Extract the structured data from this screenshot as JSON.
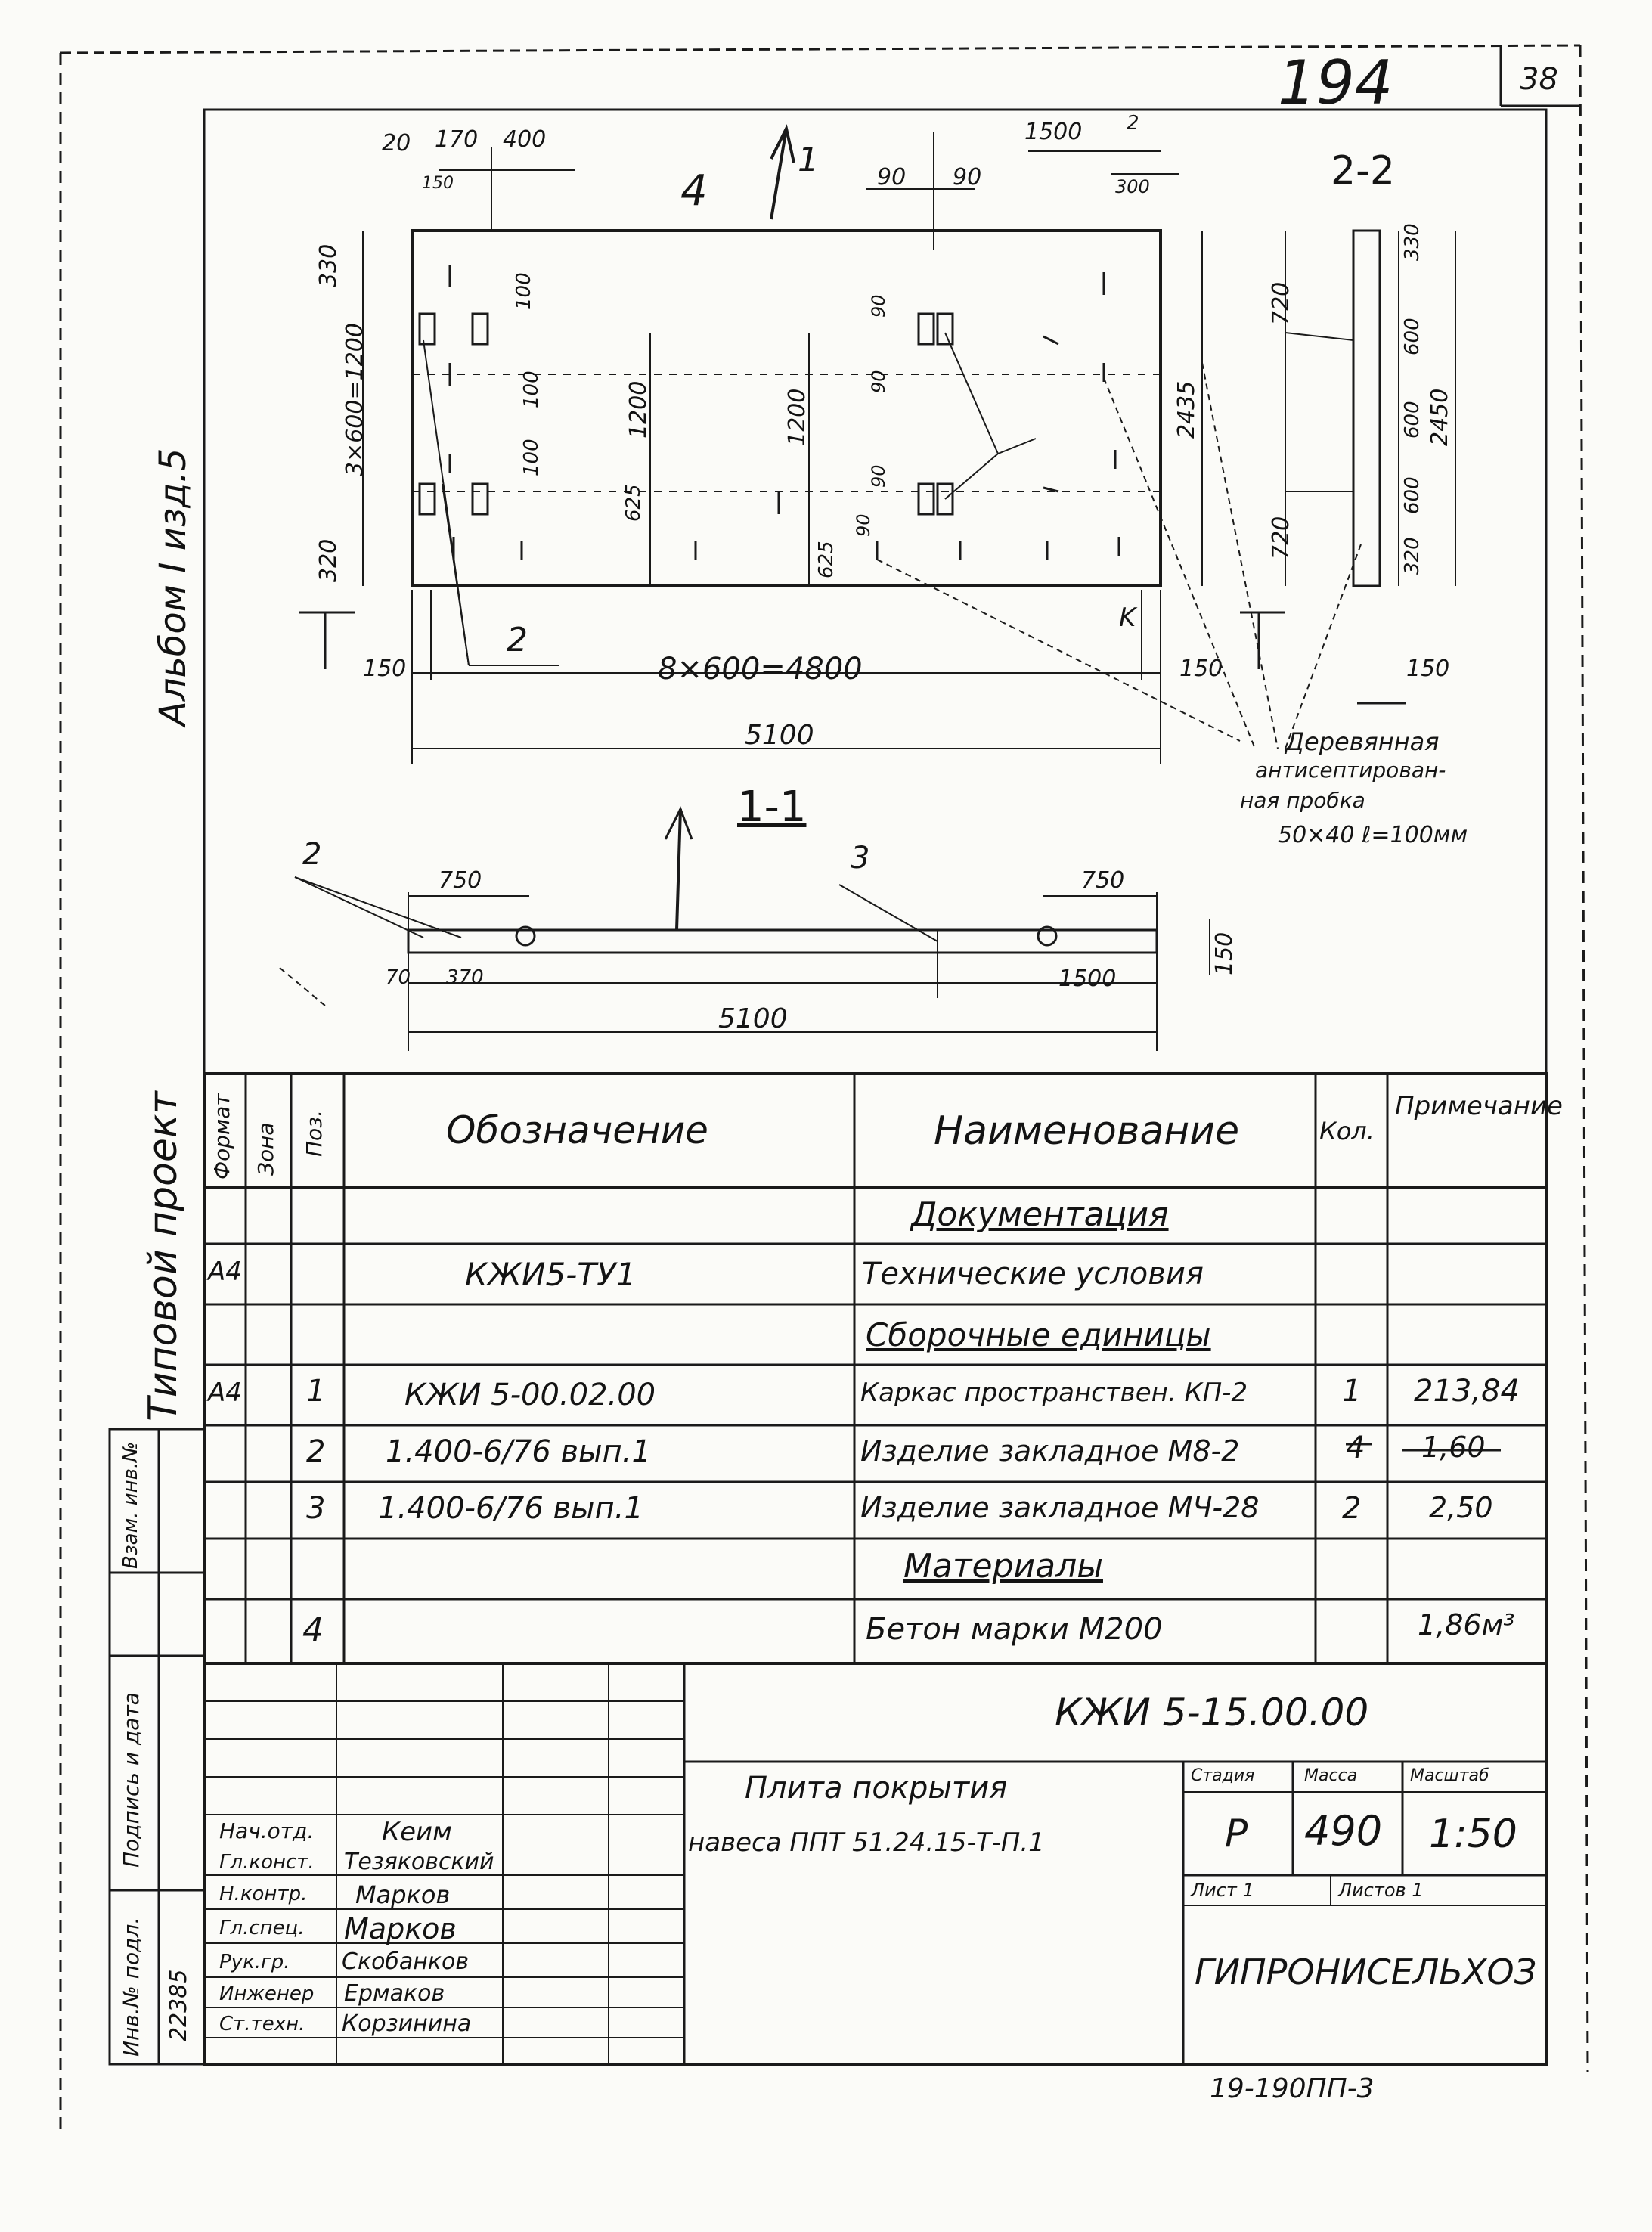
{
  "sheet": {
    "page_number": "194",
    "corner_number": "38",
    "album_label": "Альбом I изд.5"
  },
  "plan": {
    "mark_4": "4",
    "mark_1": "1",
    "section_2_2": "2-2",
    "section_1_1": "1-1",
    "mark_k": "K",
    "pos_2": "2",
    "pos_3": "3",
    "dims": {
      "d20": "20",
      "d170": "170",
      "d400": "400",
      "d150a": "150",
      "d1500": "1500",
      "d2": "2",
      "d90a": "90",
      "d90b": "90",
      "d300": "300",
      "d330": "330",
      "d3x600": "3×600=1200",
      "d100a": "100",
      "d100b": "100",
      "d100c": "100",
      "d1200a": "1200",
      "d1200b": "1200",
      "d2435": "2435",
      "d320": "320",
      "d625a": "625",
      "d625b": "625",
      "d90c": "90",
      "d90d": "90",
      "d90e": "90",
      "d90f": "90",
      "d150b": "150",
      "d8x600": "8×600=4800",
      "d150c": "150",
      "d5100": "5100",
      "s720a": "720",
      "s330": "330",
      "s600a": "600",
      "s600b": "600",
      "s600c": "600",
      "s720b": "720",
      "s320": "320",
      "s2450": "2450",
      "s150": "150",
      "c750a": "750",
      "c750b": "750",
      "c70": "70",
      "c370": "370",
      "c1500": "1500",
      "c150": "150",
      "c5100": "5100"
    },
    "note": {
      "line1": "Деревянная",
      "line2": "антисептирован-",
      "line3": "ная пробка",
      "line4": "50×40 ℓ=100мм"
    }
  },
  "spec": {
    "headers": {
      "format": "Формат",
      "zone": "Зона",
      "pos": "Поз.",
      "designation": "Обозначение",
      "name": "Наименование",
      "qty": "Кол.",
      "note": "Примечание"
    },
    "rows": [
      {
        "format": "",
        "pos": "",
        "designation": "",
        "name": "Документация",
        "qty": "",
        "note": "",
        "section": true
      },
      {
        "format": "А4",
        "pos": "",
        "designation": "КЖИ5-ТУ1",
        "name": "Технические условия",
        "qty": "",
        "note": ""
      },
      {
        "format": "",
        "pos": "",
        "designation": "",
        "name": "Сборочные единицы",
        "qty": "",
        "note": "",
        "section": true
      },
      {
        "format": "А4",
        "pos": "1",
        "designation": "КЖИ 5-00.02.00",
        "name": "Каркас пространствен. КП-2",
        "qty": "1",
        "note": "213,84"
      },
      {
        "format": "",
        "pos": "2",
        "designation": "1.400-6/76 вып.1",
        "name": "Изделие закладное М8-2",
        "qty": "4",
        "note": "1,60"
      },
      {
        "format": "",
        "pos": "3",
        "designation": "1.400-6/76 вып.1",
        "name": "Изделие закладное МЧ-28",
        "qty": "2",
        "note": "2,50"
      },
      {
        "format": "",
        "pos": "",
        "designation": "",
        "name": "Материалы",
        "qty": "",
        "note": "",
        "section": true
      },
      {
        "format": "",
        "pos": "4",
        "designation": "",
        "name": "Бетон марки М200",
        "qty": "",
        "note": "1,86м³"
      }
    ]
  },
  "title_block": {
    "doc_code": "КЖИ 5-15.00.00",
    "title_line1": "Плита покрытия",
    "title_line2": "навеса ППТ 51.24.15-Т-П.1",
    "stage_label": "Стадия",
    "mass_label": "Масса",
    "scale_label": "Масштаб",
    "stage": "Р",
    "mass": "490",
    "scale": "1:50",
    "sheet_label": "Лист 1",
    "sheets_label": "Листов 1",
    "org": "ГИПРОНИСЕЛЬХОЗ",
    "signatures": [
      {
        "role": "Нач.отд.",
        "name": "Кеим"
      },
      {
        "role": "Гл.конст.",
        "name": "Тезяковский"
      },
      {
        "role": "Н.контр.",
        "name": "Марков"
      },
      {
        "role": "Гл.спец.",
        "name": "Марков"
      },
      {
        "role": "Рук.гр.",
        "name": "Скобанков"
      },
      {
        "role": "Инженер",
        "name": "Ермаков"
      },
      {
        "role": "Ст.техн.",
        "name": "Корзинина"
      }
    ],
    "bottom_code": "19-190ПП-3"
  },
  "side": {
    "typovoy": "Типовой проект",
    "vzam": "Взам. инв.№",
    "podpis": "Подпись и дата",
    "inv": "Инв.№ подл.",
    "inv_num": "22385"
  }
}
